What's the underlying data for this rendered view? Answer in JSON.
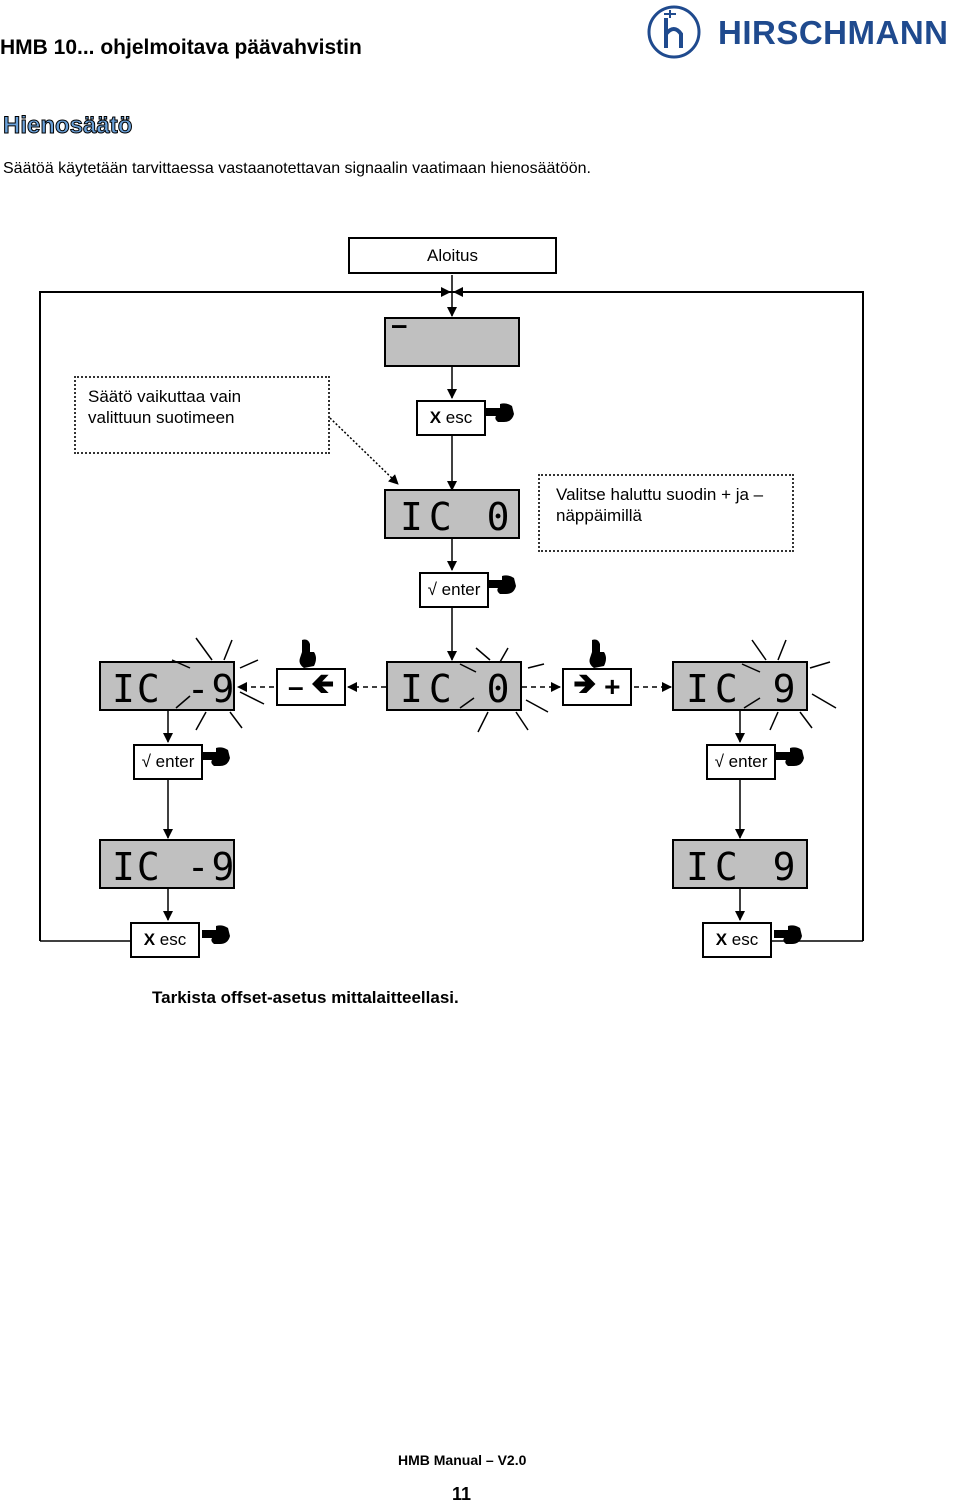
{
  "header": {
    "title": "HMB 10... ohjelmoitava päävahvistin",
    "brand": "HIRSCHMANN",
    "brand_color": "#1f4a8e"
  },
  "section": {
    "title": "Hienosäätö",
    "intro": "Säätöä käytetään tarvittaessa vastaanotettavan signaalin vaatimaan hienosäätöön."
  },
  "diagram": {
    "start_label": "Aloitus",
    "note_left": [
      "Säätö vaikuttaa vain",
      "valittuun suotimeen"
    ],
    "note_right": [
      "Valitse haluttu suodin + ja –",
      "näppäimillä"
    ],
    "esc_x": "X",
    "esc_word": "esc",
    "enter_mark": "√",
    "enter_word": "enter",
    "display_initial": "–",
    "display_ic0": "IC 0",
    "display_ic_minus9": "IC -9",
    "display_ic9": "IC 9",
    "minus_key": "–",
    "plus_key": "+",
    "lcd_color": "#c0c0c0"
  },
  "footnote": "Tarkista offset-asetus mittalaitteellasi.",
  "footer": {
    "manual": "HMB Manual  – V2.0",
    "page": "11"
  }
}
